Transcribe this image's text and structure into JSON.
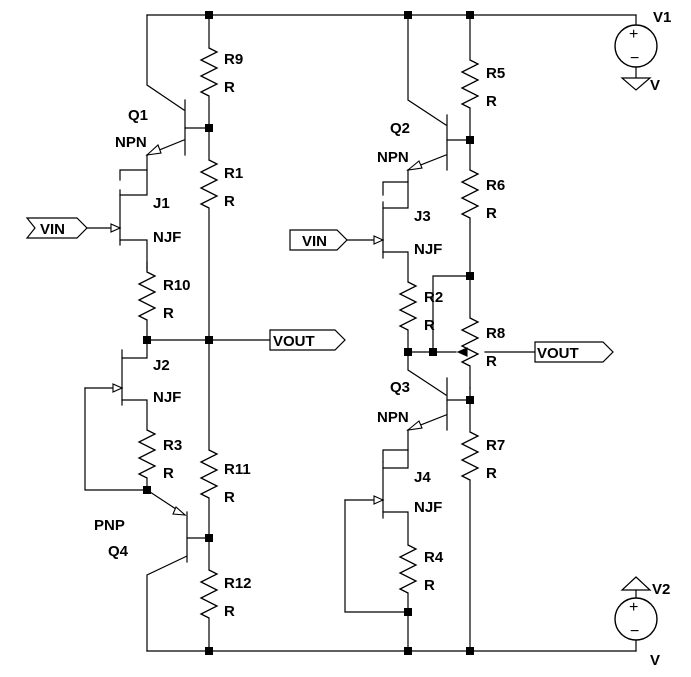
{
  "components": {
    "q1": {
      "ref": "Q1",
      "value": "NPN"
    },
    "q2": {
      "ref": "Q2",
      "value": "NPN"
    },
    "q3": {
      "ref": "Q3",
      "value": "NPN"
    },
    "q4": {
      "ref": "Q4",
      "value": "PNP"
    },
    "j1": {
      "ref": "J1",
      "value": "NJF"
    },
    "j2": {
      "ref": "J2",
      "value": "NJF"
    },
    "j3": {
      "ref": "J3",
      "value": "NJF"
    },
    "j4": {
      "ref": "J4",
      "value": "NJF"
    },
    "r1": {
      "ref": "R1",
      "value": "R"
    },
    "r2": {
      "ref": "R2",
      "value": "R"
    },
    "r3": {
      "ref": "R3",
      "value": "R"
    },
    "r4": {
      "ref": "R4",
      "value": "R"
    },
    "r5": {
      "ref": "R5",
      "value": "R"
    },
    "r6": {
      "ref": "R6",
      "value": "R"
    },
    "r7": {
      "ref": "R7",
      "value": "R"
    },
    "r8": {
      "ref": "R8",
      "value": "R"
    },
    "r9": {
      "ref": "R9",
      "value": "R"
    },
    "r10": {
      "ref": "R10",
      "value": "R"
    },
    "r11": {
      "ref": "R11",
      "value": "R"
    },
    "r12": {
      "ref": "R12",
      "value": "R"
    },
    "v1": {
      "ref": "V1",
      "value": "V"
    },
    "v2": {
      "ref": "V2",
      "value": "V"
    }
  },
  "nets": {
    "vin": "VIN",
    "vout": "VOUT"
  },
  "source_symbols": {
    "plus": "+",
    "minus": "−"
  }
}
